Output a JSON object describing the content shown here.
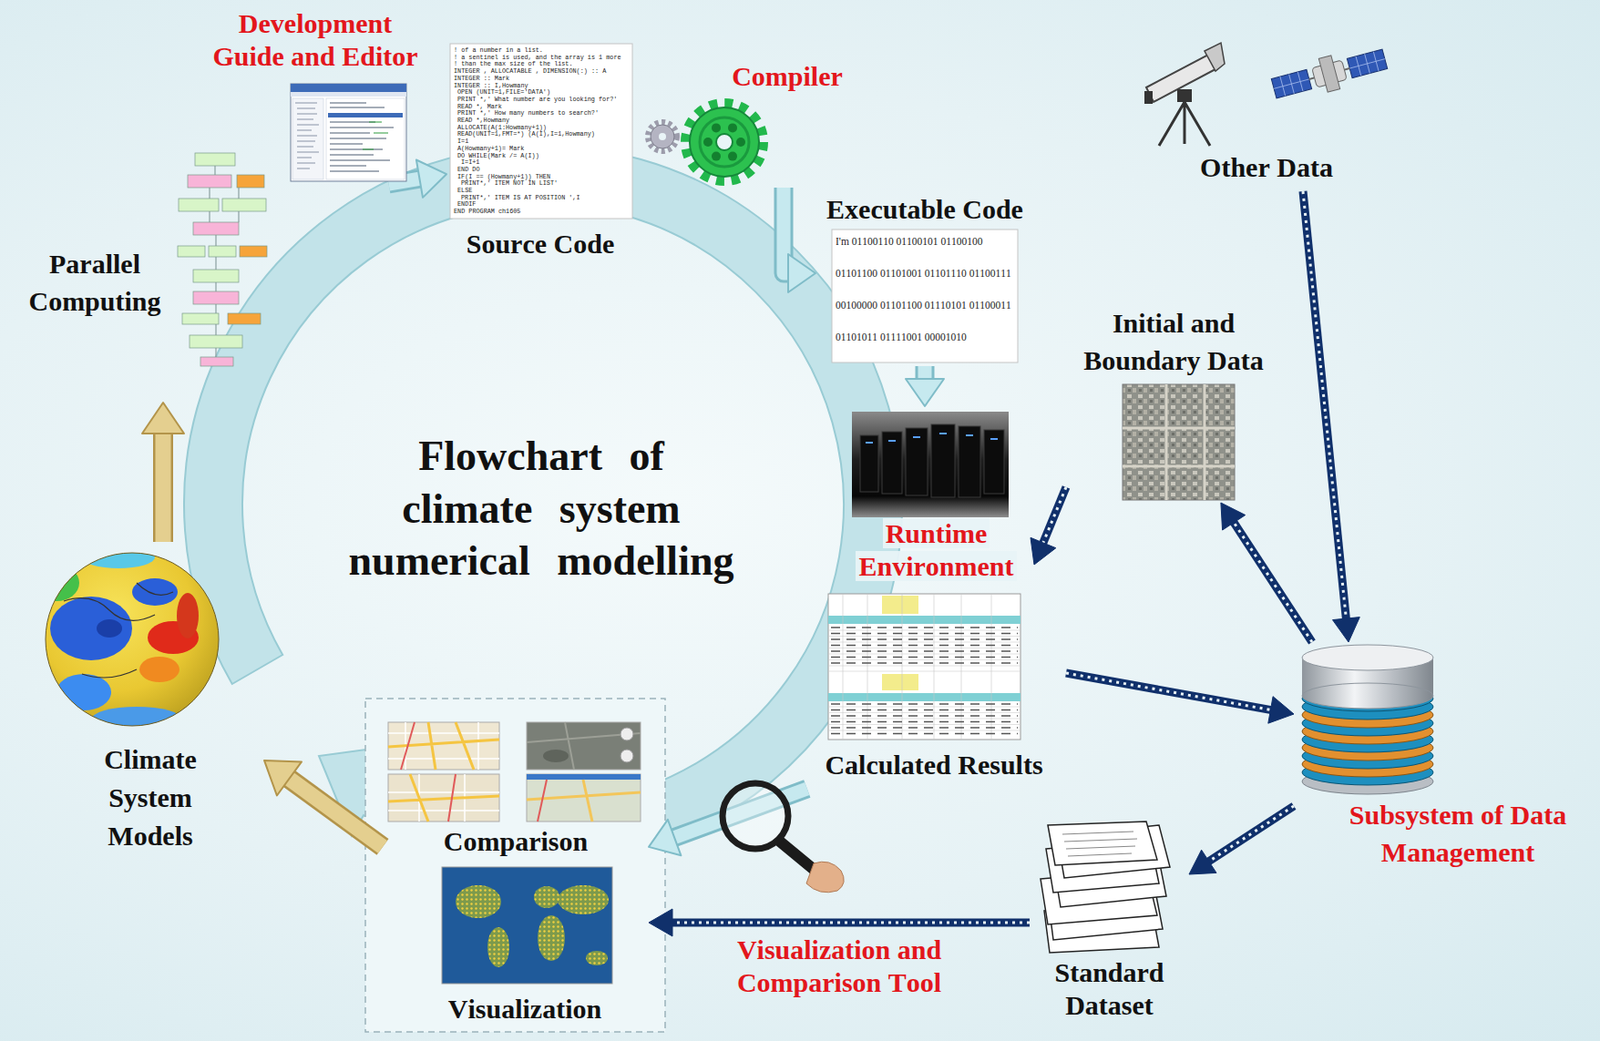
{
  "diagram": {
    "title": "Flowchart of climate system numerical modelling",
    "nodes": [
      {
        "text": [
          "Development Guide and Editor"
        ]
      },
      {
        "text": [
          "Compiler"
        ]
      },
      {
        "text": [
          "Source Code"
        ]
      },
      {
        "text": [
          "Executable Code"
        ]
      },
      {
        "text": [
          "Other Data"
        ]
      },
      {
        "text": [
          "Parallel Computing"
        ]
      },
      {
        "text": [
          "Initial and Boundary Data"
        ]
      },
      {
        "text": [
          "Runtime Environment"
        ]
      },
      {
        "text": [
          "Calculated Results"
        ]
      },
      {
        "text": [
          "Climate System Models"
        ]
      },
      {
        "text": [
          "Subsystem of Data Management"
        ]
      },
      {
        "text": [
          "Comparison"
        ]
      },
      {
        "text": [
          "Standard Dataset"
        ]
      },
      {
        "text": [
          "Visualization"
        ]
      }
    ],
    "edges": [
      {
        "from": 0,
        "to": 2,
        "arrow": "to"
      },
      {
        "from": 1,
        "to": 3,
        "arrow": "to"
      },
      {
        "from": 3,
        "to": 7,
        "arrow": "to"
      },
      {
        "from": 8,
        "to": 11,
        "arrow": "to"
      },
      {
        "from": 11,
        "to": 9,
        "arrow": "to"
      },
      {
        "from": 9,
        "to": 5,
        "arrow": "to"
      },
      {
        "from": 4,
        "to": 10,
        "arrow": "to"
      },
      {
        "from": 10,
        "to": 6,
        "arrow": "to"
      },
      {
        "from": 6,
        "to": 7,
        "arrow": "to"
      },
      {
        "from": 8,
        "to": 10,
        "arrow": "to"
      },
      {
        "from": 10,
        "to": 12,
        "arrow": "to"
      },
      {
        "from": 12,
        "to": 13,
        "label": "Visualization and Comparison Tool",
        "arrow": "to"
      }
    ],
    "labels": [
      "! of a number in a list.",
      "! a sentinel is used, and the array is 1 more",
      "! than the max size of the list.",
      "INTEGER , ALLOCATABLE , DIMENSION(:) :: A",
      "INTEGER :: Mark",
      "INTEGER :: I,Howmany",
      "OPEN (UNIT=1,FILE='DATA')",
      "PRINT *,' What number are you looking for?'",
      "READ *, Mark",
      "PRINT *,' How many numbers to search?'",
      "READ *,Howmany",
      "ALLOCATE(A(1:Howmany+1))",
      "READ(UNIT=1,FMT=*) (A(I),I=1,Howmany)",
      "I=1",
      "A(Howmany+1)= Mark",
      "DO WHILE(Mark /= A(I))",
      "I=I+1",
      "END DO",
      "IF(I == (Howmany+1)) THEN",
      "PRINT*,' ITEM NOT IN LIST'",
      "ELSE",
      "PRINT*,' ITEM IS AT POSITION ',I",
      "ENDIF",
      "END PROGRAM ch1605",
      "I'm 01100110 01100101 01100100",
      "01101100 01101001 01101110 01100111",
      "00100000 01101100 01110101 01100011",
      "01101011 01111001 00001010"
    ]
  }
}
